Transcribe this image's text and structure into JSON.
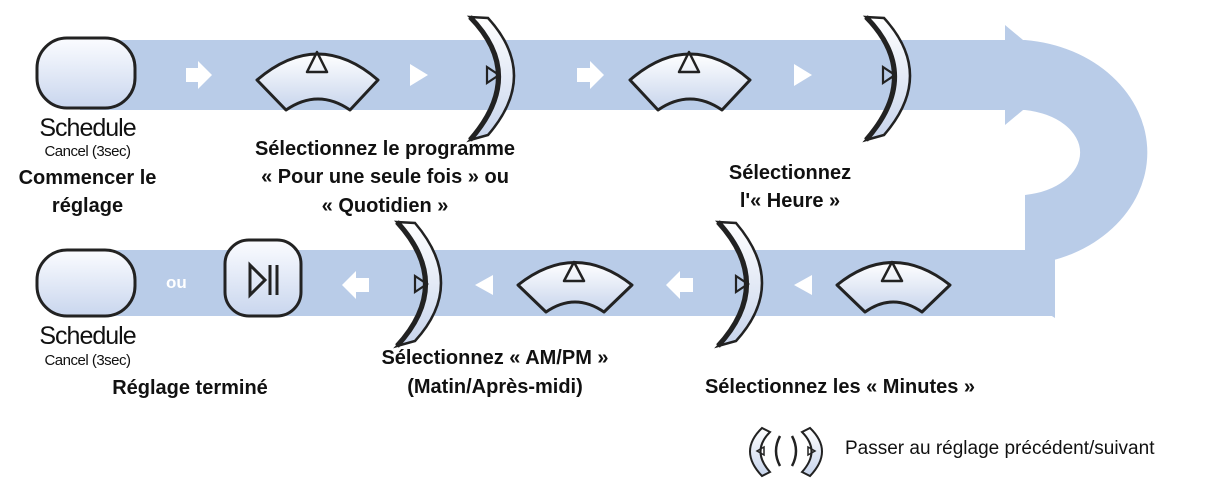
{
  "buttons": {
    "start": {
      "name": "Schedule",
      "sub": "Cancel (3sec)",
      "caption_line1": "Commencer le",
      "caption_line2": "réglage"
    },
    "end": {
      "name": "Schedule",
      "sub": "Cancel (3sec)",
      "caption": "Réglage terminé"
    }
  },
  "or_label": "ou",
  "steps": {
    "program": [
      "Sélectionnez le programme",
      "« Pour une seule fois » ou",
      "« Quotidien »"
    ],
    "hour": [
      "Sélectionnez",
      "l'« Heure »"
    ],
    "minutes": [
      "Sélectionnez les « Minutes »"
    ],
    "ampm": [
      "Sélectionnez « AM/PM »",
      "(Matin/Après-midi)"
    ]
  },
  "legend": {
    "text": "Passer au réglage précédent/suivant"
  },
  "colors": {
    "band": "#b9cce8",
    "band_arrow": "#ffffff",
    "button_fill": "#eef2fa",
    "button_stroke": "#222222"
  }
}
